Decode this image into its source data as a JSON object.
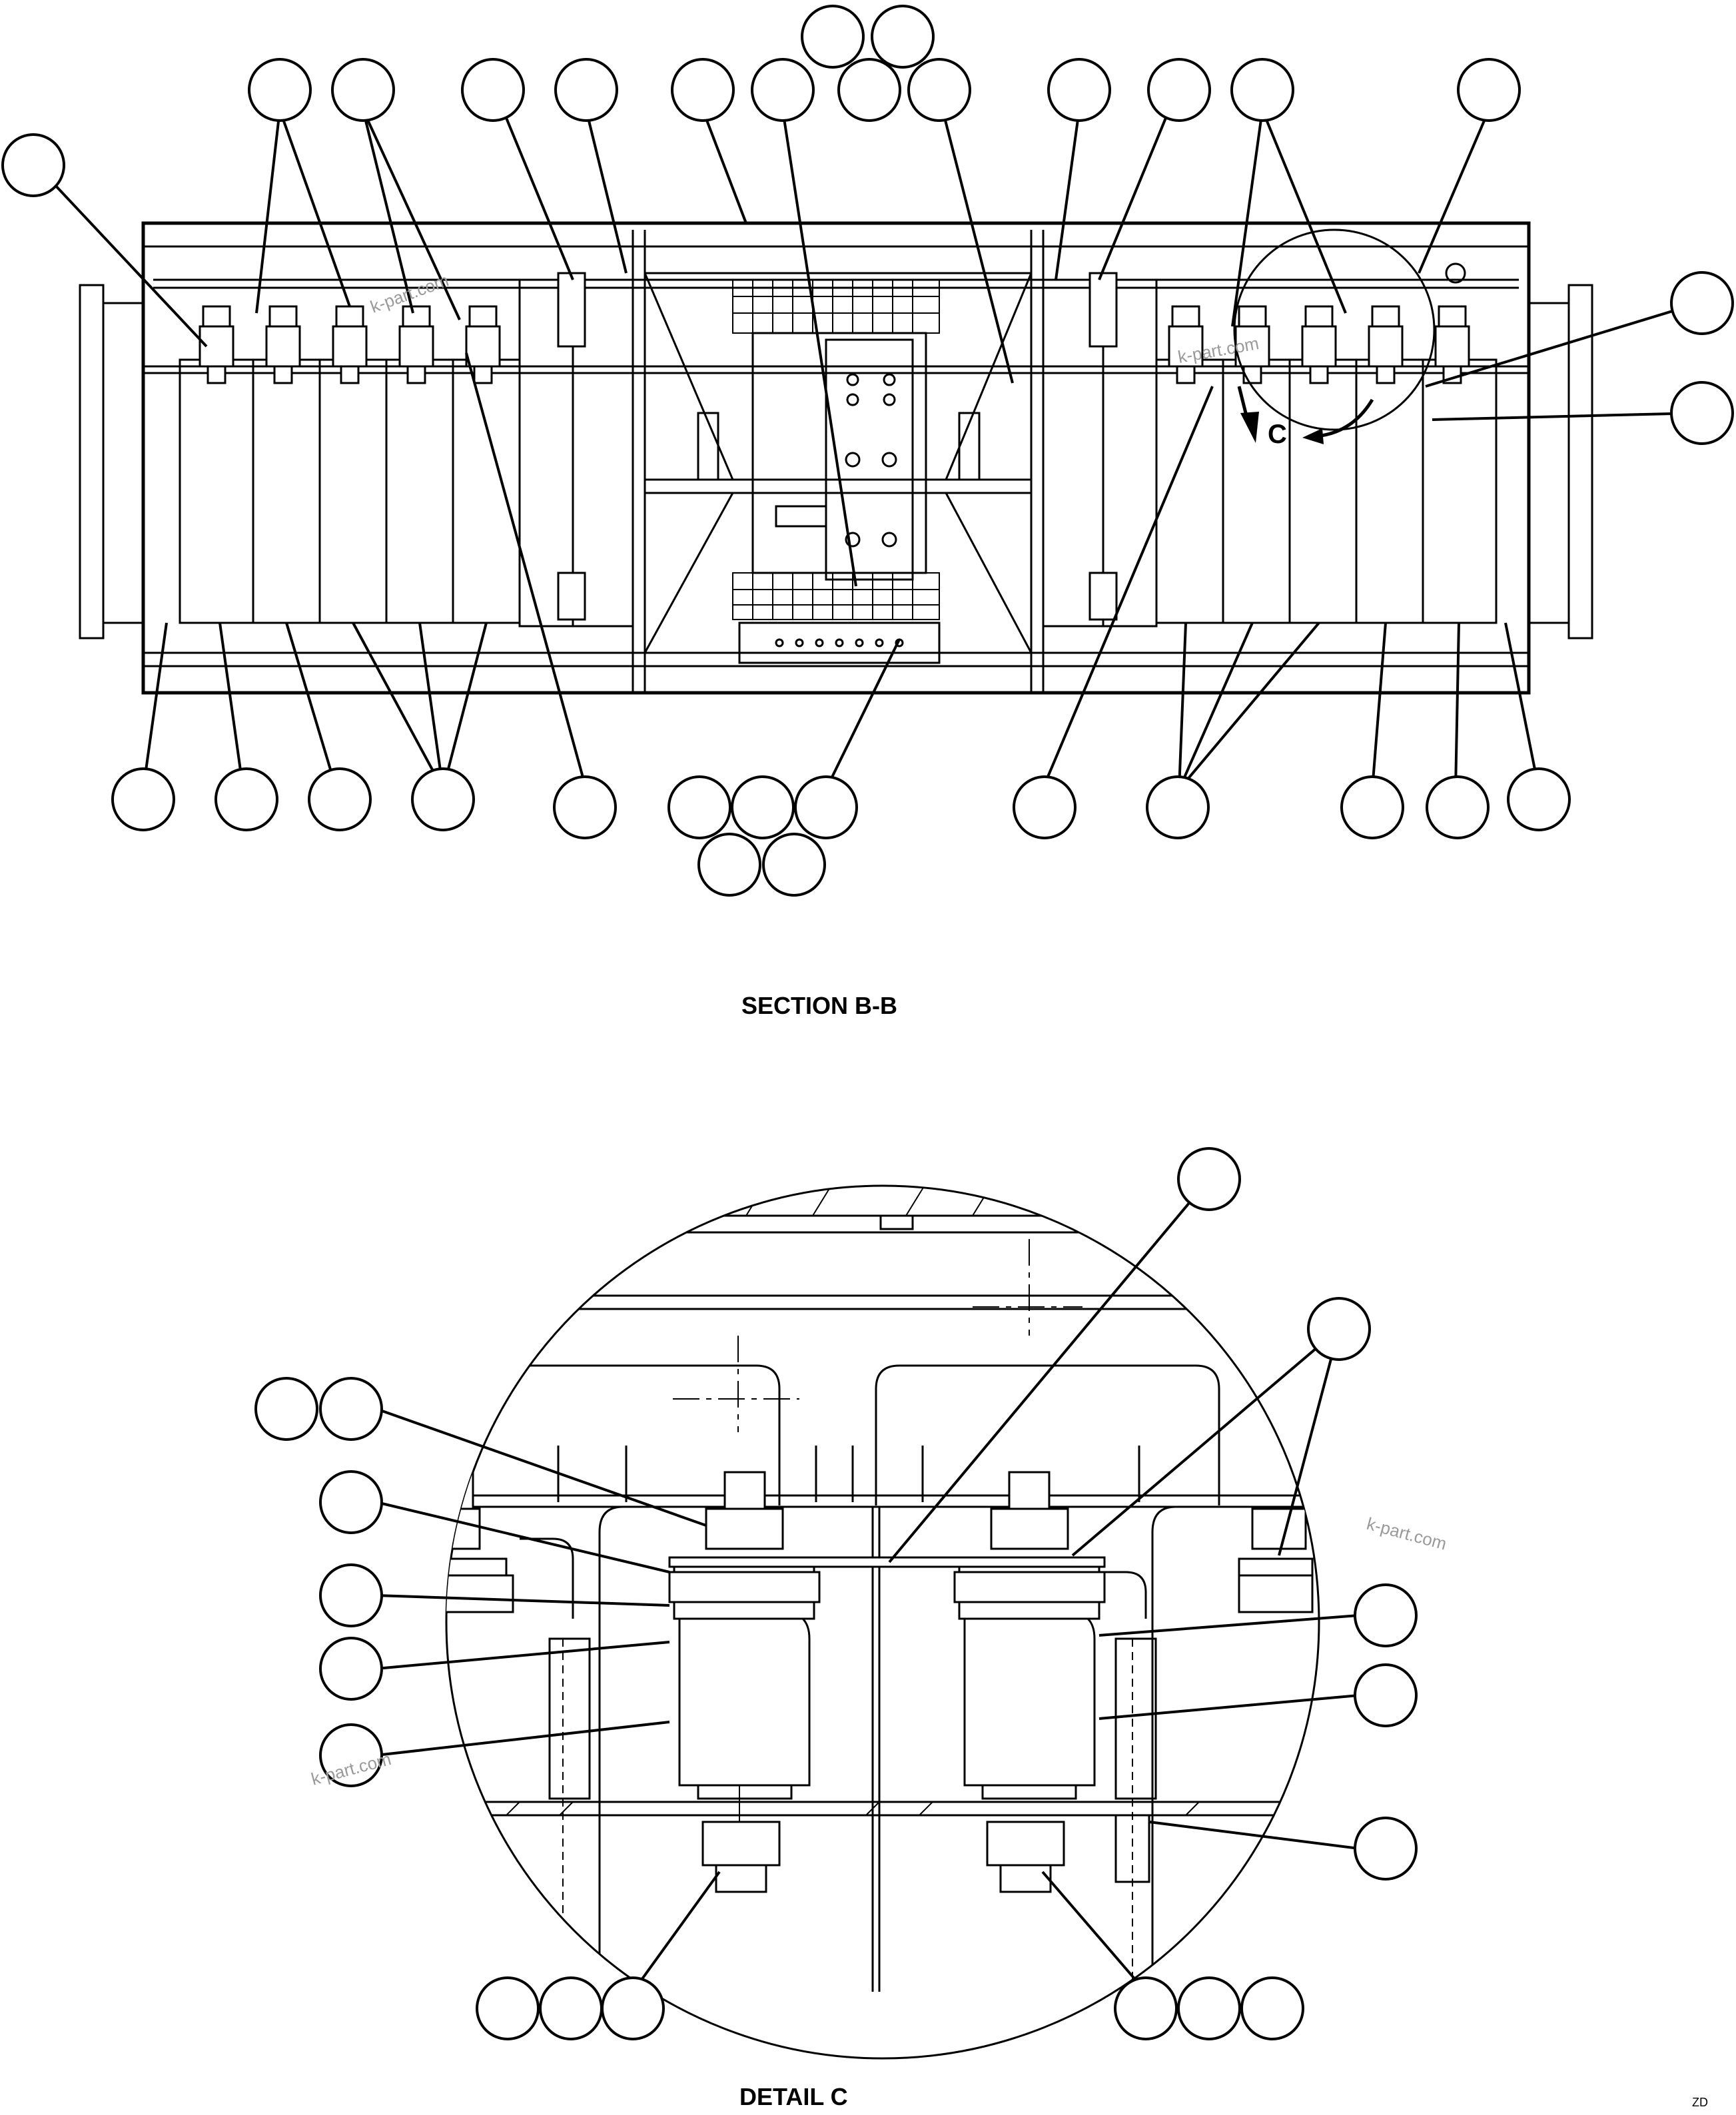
{
  "captions": {
    "section": "SECTION B-B",
    "detail": "DETAIL C",
    "detail_marker": "C"
  },
  "watermarks": [
    "k-part.com",
    "k-part.com",
    "k-part.com",
    "k-part.com"
  ],
  "drawing_code": "ZD"
}
